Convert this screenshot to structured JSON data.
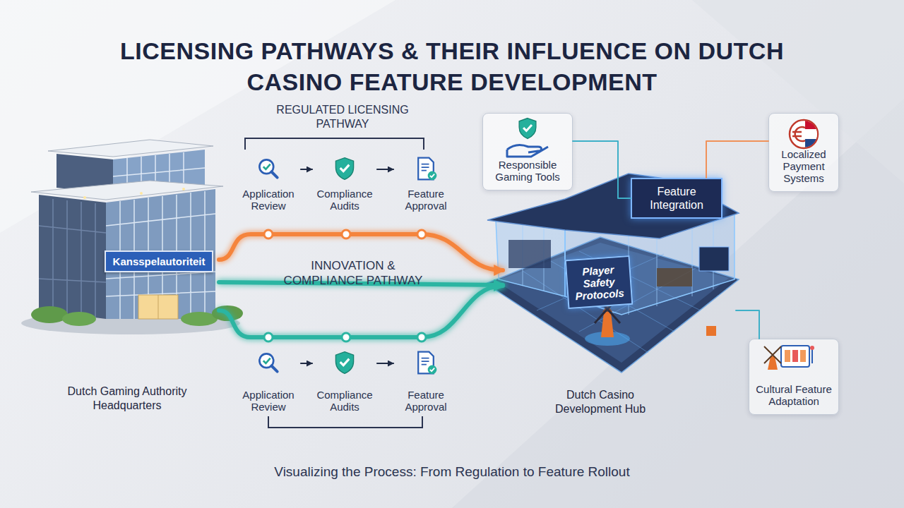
{
  "diagram": {
    "title": "LICENSING PATHWAYS & THEIR INFLUENCE ON DUTCH CASINO FEATURE DEVELOPMENT",
    "caption": "Visualizing the Process: From Regulation to Feature Rollout",
    "nodes": [
      {
        "text": [
          "Kansspelautoriteit",
          "Dutch Gaming Authority Headquarters"
        ]
      },
      {
        "text": [
          "Application Review"
        ]
      },
      {
        "text": [
          "Compliance Audits"
        ]
      },
      {
        "text": [
          "Feature Approval"
        ]
      },
      {
        "text": [
          "Application Review"
        ]
      },
      {
        "text": [
          "Compliance Audits"
        ]
      },
      {
        "text": [
          "Feature Approval"
        ]
      },
      {
        "text": [
          "Dutch Casino Development Hub"
        ]
      },
      {
        "text": [
          "Feature Integration"
        ],
        "in": 7
      },
      {
        "text": [
          "Player Safety Protocols"
        ],
        "in": 7
      },
      {
        "text": [
          "Responsible Gaming Tools"
        ]
      },
      {
        "text": [
          "Localized Payment Systems"
        ]
      },
      {
        "text": [
          "Cultural Feature Adaptation"
        ]
      }
    ],
    "edges": [
      {
        "from": 1,
        "to": 2,
        "arrow": "to"
      },
      {
        "from": 2,
        "to": 3,
        "arrow": "to"
      },
      {
        "from": 4,
        "to": 5,
        "arrow": "to"
      },
      {
        "from": 5,
        "to": 6,
        "arrow": "to"
      },
      {
        "from": 0,
        "to": 7,
        "arrow": "to"
      },
      {
        "from": 0,
        "to": 7,
        "label": "INNOVATION & COMPLIANCE PATHWAY",
        "arrow": "to"
      },
      {
        "from": 0,
        "to": 7,
        "arrow": "to"
      },
      {
        "from": 10,
        "to": 8,
        "arrow": "none"
      },
      {
        "from": 11,
        "to": 8,
        "arrow": "none"
      },
      {
        "from": 12,
        "to": 7,
        "arrow": "none"
      }
    ],
    "labels": [
      "REGULATED LICENSING PATHWAY"
    ]
  }
}
